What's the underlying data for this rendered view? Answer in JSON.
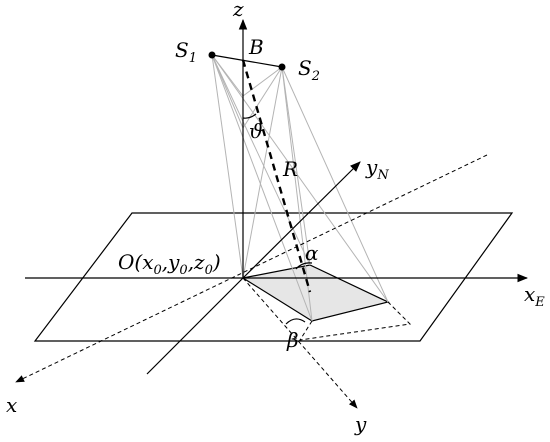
{
  "labels": {
    "z": "z",
    "s1": "S",
    "s1_sub": "1",
    "s2": "S",
    "s2_sub": "2",
    "b": "B",
    "theta": "ϑ",
    "r": "R",
    "yn": "y",
    "yn_sub": "N",
    "origin_prefix": "O(x",
    "origin_sub0": "0",
    "origin_mid1": ",y",
    "origin_sub1": "0",
    "origin_mid2": ",z",
    "origin_sub2": "0",
    "origin_suffix": ")",
    "alpha": "α",
    "beta": "β",
    "xe": "x",
    "xe_sub": "E",
    "x": "x",
    "y": "y"
  },
  "colors": {
    "stroke": "#000000",
    "construction": "#b4b4b4",
    "footprint_fill": "#e6e6e6"
  }
}
